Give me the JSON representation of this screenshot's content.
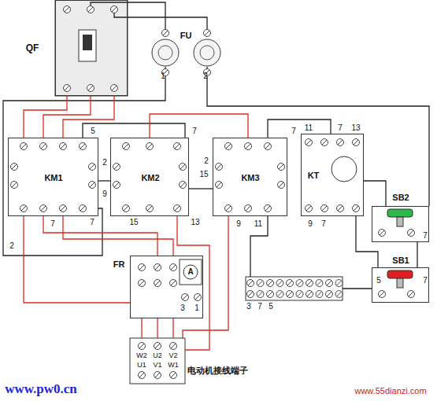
{
  "diagram": {
    "nodes": [
      {
        "text": [
          "QF"
        ]
      },
      {
        "text": [
          "KM1"
        ]
      },
      {
        "text": [
          "KM2"
        ]
      },
      {
        "text": [
          "KM3"
        ]
      },
      {
        "text": [
          "KT"
        ]
      },
      {
        "text": [
          "SB2"
        ]
      },
      {
        "text": [
          "SB1"
        ]
      },
      {
        "text": [
          "FR"
        ]
      },
      {
        "text": [
          "电动机接线端子"
        ]
      }
    ],
    "edges": [
      {
        "from": 0,
        "to": 1,
        "arrow": "none"
      },
      {
        "from": 1,
        "to": 7,
        "arrow": "none"
      },
      {
        "from": 7,
        "to": 8,
        "arrow": "none"
      },
      {
        "from": 2,
        "to": 8,
        "arrow": "none"
      },
      {
        "from": 3,
        "to": 2,
        "arrow": "none"
      },
      {
        "from": 1,
        "to": 2,
        "arrow": "none"
      },
      {
        "from": 2,
        "to": 3,
        "arrow": "none"
      },
      {
        "from": 3,
        "to": 4,
        "arrow": "none"
      },
      {
        "from": 5,
        "to": 6,
        "arrow": "none"
      },
      {
        "from": 4,
        "to": 5,
        "arrow": "none"
      }
    ],
    "labels": [
      "FU",
      "1",
      "2",
      "5",
      "2",
      "7",
      "7",
      "7",
      "2",
      "9",
      "15",
      "13",
      "7",
      "2",
      "15",
      "9",
      "11",
      "11",
      "7",
      "13",
      "9",
      "7",
      "7",
      "5",
      "7",
      "A",
      "3",
      "1",
      "3",
      "7",
      "5",
      "W2",
      "U2",
      "V2",
      "U1",
      "V1",
      "W1",
      "www.pw0.cn",
      "www.55dianzi.com"
    ]
  }
}
